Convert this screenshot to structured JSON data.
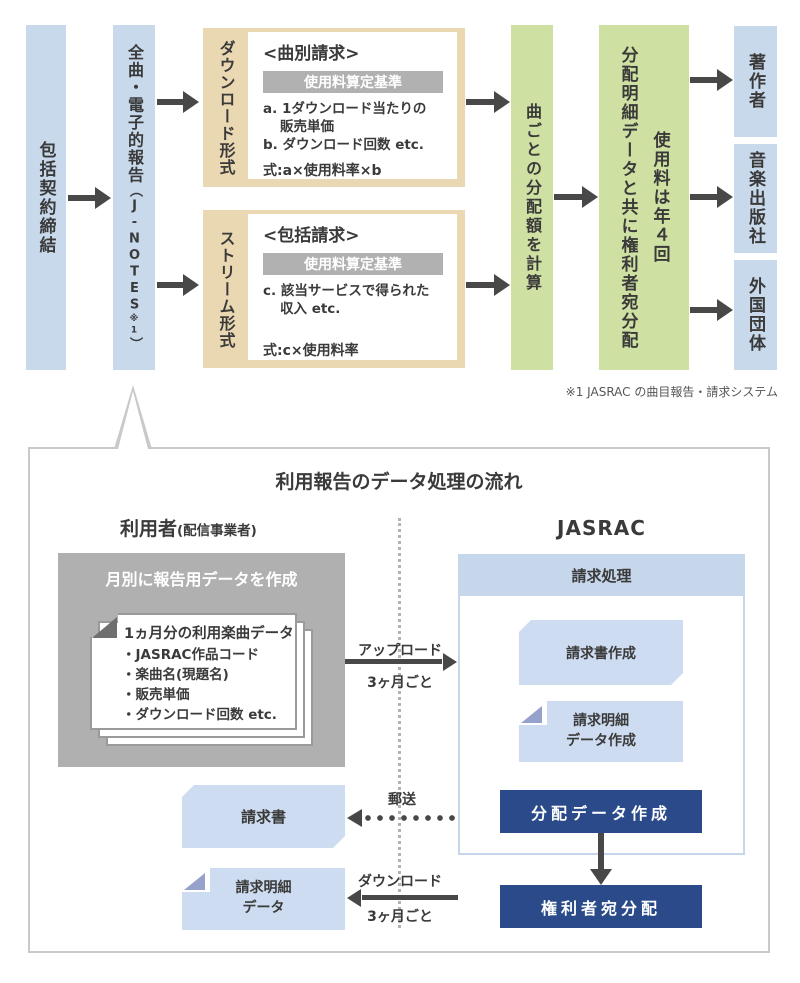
{
  "top_flow": {
    "contract": "包括契約締結",
    "report": {
      "kanji": "全曲・電子的報告",
      "open": "︵",
      "latin": "J-NOTES",
      "note": "※1",
      "close": "︶"
    },
    "download_format": "ダウンロード形式",
    "stream_format": "ストリーム形式",
    "per_song": {
      "heading": "<曲別請求>",
      "basis": "使用料算定基準",
      "item_a": "a. 1ダウンロード当たりの",
      "item_a2": "販売単価",
      "item_b": "b. ダウンロード回数 etc.",
      "formula": "式:a×使用料率×b"
    },
    "blanket": {
      "heading": "<包括請求>",
      "basis": "使用料算定基準",
      "item_c": "c. 該当サービスで得られた",
      "item_c2": "収入  etc.",
      "formula": "式:c×使用料率"
    },
    "calc": "曲ごとの分配額を計算",
    "distribution_right": "使用料は年４回",
    "distribution_left": "分配明細データと共に権利者宛分配",
    "recipients": [
      "著作者",
      "音楽出版社",
      "外国団体"
    ],
    "footnote": "※1 JASRAC の曲目報告・請求システム"
  },
  "bottom_panel": {
    "title": "利用報告のデータ処理の流れ",
    "user_heading": "利用者",
    "user_heading_sub": "(配信事業者)",
    "jasrac_heading": "JASRAC",
    "monthly_box": "月別に報告用データを作成",
    "card": {
      "title": "1ヵ月分の利用楽曲データ",
      "items": [
        "・JASRAC作品コード",
        "・楽曲名(現題名)",
        "・販売単価",
        "・ダウンロード回数 etc."
      ]
    },
    "upload_label": "アップロード",
    "upload_cycle": "3ヶ月ごと",
    "billing_panel": "請求処理",
    "invoice_create": "請求書作成",
    "detail_create_line1": "請求明細",
    "detail_create_line2": "データ作成",
    "dist_data": "分配データ作成",
    "dist_rights": "権利者宛分配",
    "invoice_box": "請求書",
    "mail_label": "郵送",
    "detail_box_line1": "請求明細",
    "detail_box_line2": "データ",
    "download_label": "ダウンロード",
    "download_cycle": "3ヶ月ごと"
  },
  "colors": {
    "light_blue": "#c8d9ec",
    "tan": "#ead8b2",
    "green": "#cfe0a3",
    "panel_blue": "#c6d7eb",
    "box_blue": "#cddcf0",
    "navy": "#2a4a8a",
    "gray": "#b0b0b0",
    "fold_blue": "#96a2cc",
    "arrow": "#484848"
  }
}
